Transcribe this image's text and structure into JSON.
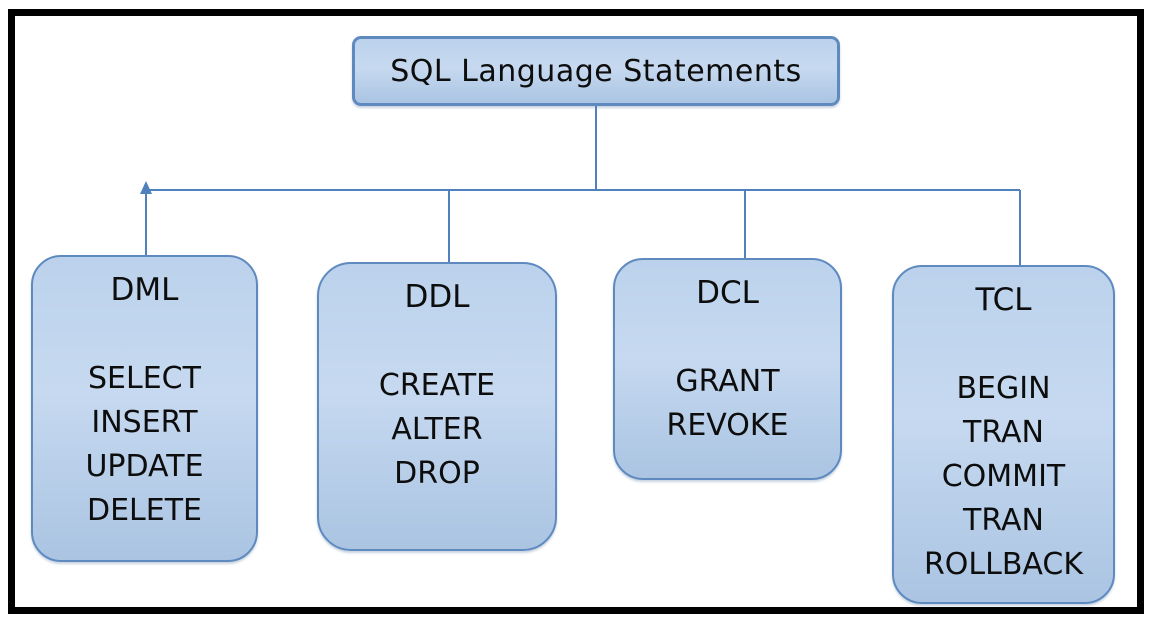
{
  "diagram": {
    "title": "SQL Language Statements",
    "categories": [
      {
        "name": "DML",
        "items": [
          "SELECT",
          "INSERT",
          "UPDATE",
          "DELETE"
        ]
      },
      {
        "name": "DDL",
        "items": [
          "CREATE",
          "ALTER",
          "DROP"
        ]
      },
      {
        "name": "DCL",
        "items": [
          "GRANT",
          "REVOKE"
        ]
      },
      {
        "name": "TCL",
        "items": [
          "BEGIN",
          "TRAN",
          "COMMIT",
          "TRAN",
          "ROLLBACK"
        ]
      }
    ],
    "colors": {
      "box_fill_top": "#bcd2ec",
      "box_fill_bottom": "#aac4e2",
      "box_border": "#5e8ac0",
      "connector": "#4f81bd",
      "frame": "#000000",
      "text": "#0d0d0d"
    }
  }
}
